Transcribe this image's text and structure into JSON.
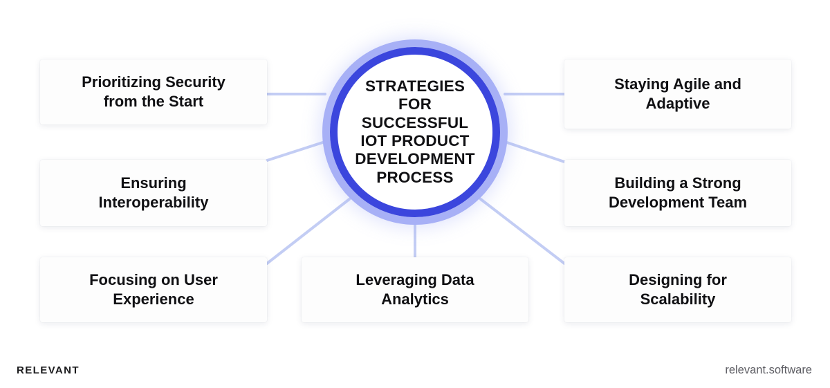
{
  "hub": {
    "title": "STRATEGIES\nFOR\nSUCCESSFUL\nIOT PRODUCT\nDEVELOPMENT\nPROCESS",
    "ring_outer_color": "#a7b0f6",
    "ring_inner_color": "#3b46dd",
    "fill_color": "#ffffff"
  },
  "connector_color": "#c3cdf4",
  "nodes": {
    "left": [
      {
        "label": "Prioritizing Security\nfrom the Start"
      },
      {
        "label": "Ensuring\nInteroperability"
      },
      {
        "label": "Focusing on User\nExperience"
      }
    ],
    "right": [
      {
        "label": "Staying Agile and\nAdaptive"
      },
      {
        "label": "Building a Strong\nDevelopment Team"
      },
      {
        "label": "Designing for\nScalability"
      }
    ],
    "bottom": [
      {
        "label": "Leveraging Data\nAnalytics"
      }
    ]
  },
  "footer": {
    "logo": "RELEVANT",
    "site": "relevant.software"
  }
}
